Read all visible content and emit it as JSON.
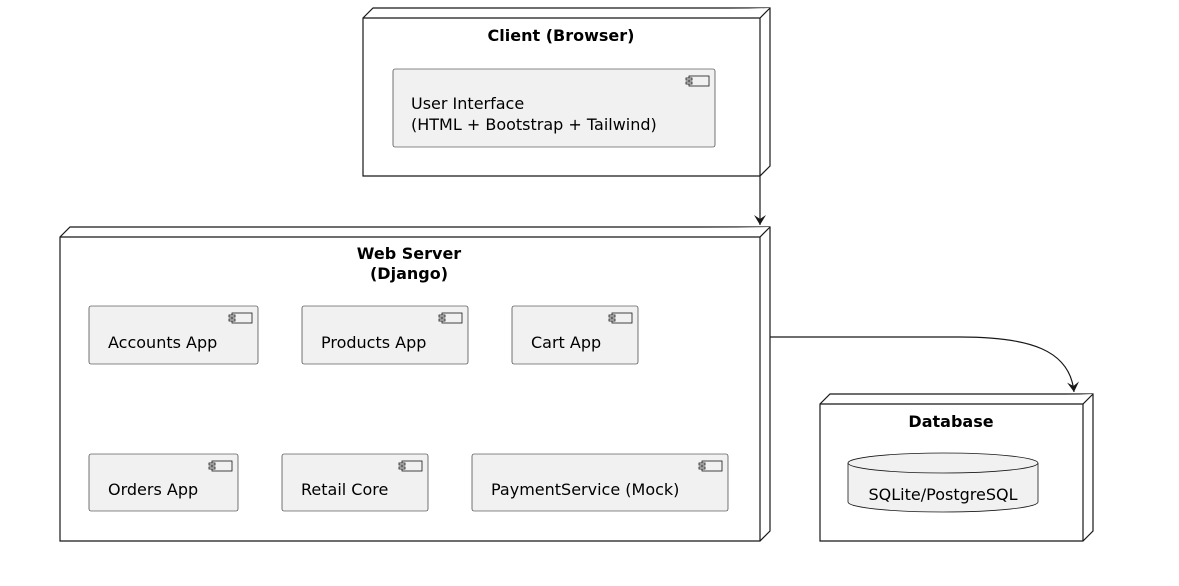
{
  "nodes": {
    "client": {
      "title": "Client (Browser)",
      "components": {
        "ui": {
          "line1": "User Interface",
          "line2": "(HTML + Bootstrap + Tailwind)"
        }
      }
    },
    "web_server": {
      "title_line1": "Web Server",
      "title_line2": "(Django)",
      "components": {
        "accounts": "Accounts App",
        "products": "Products App",
        "cart": "Cart App",
        "orders": "Orders App",
        "retail": "Retail Core",
        "payment": "PaymentService (Mock)"
      }
    },
    "database": {
      "title": "Database",
      "storage": "SQLite/PostgreSQL"
    }
  },
  "colors": {
    "node_fill": "#ffffff",
    "component_fill": "#f1f1f1",
    "stroke": "#181818"
  }
}
